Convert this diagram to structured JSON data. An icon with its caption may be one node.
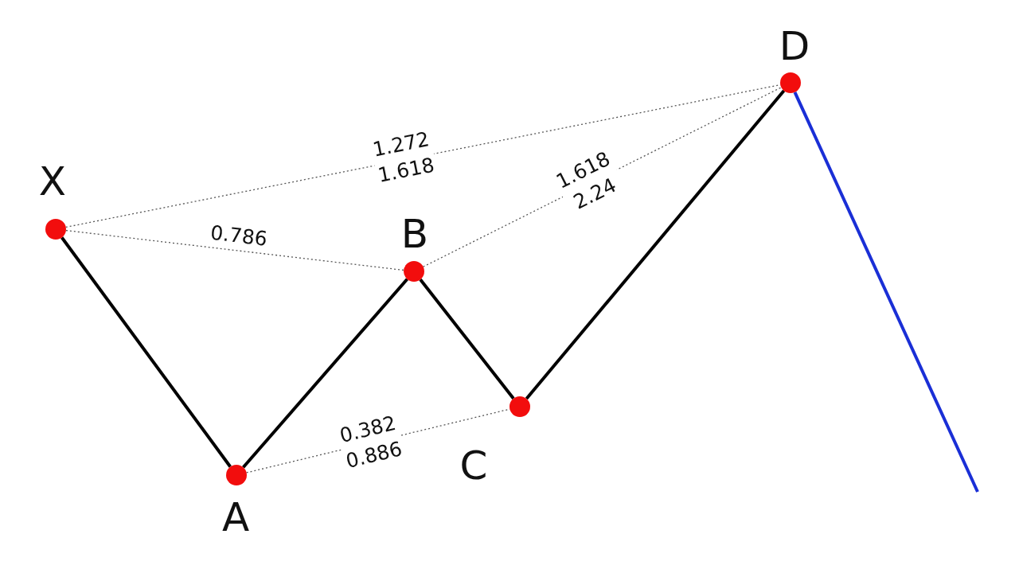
{
  "diagram": {
    "nodes": [
      {
        "text": [],
        "shape": "circle",
        "beside": [
          "X"
        ]
      },
      {
        "text": [],
        "shape": "circle",
        "beside": [
          "A"
        ]
      },
      {
        "text": [],
        "shape": "circle",
        "beside": [
          "B"
        ]
      },
      {
        "text": [],
        "shape": "circle",
        "beside": [
          "C"
        ]
      },
      {
        "text": [],
        "shape": "circle",
        "beside": [
          "D"
        ]
      }
    ],
    "edges": [
      {
        "from": 0,
        "to": 1,
        "arrow": "none"
      },
      {
        "from": 1,
        "to": 2,
        "arrow": "none"
      },
      {
        "from": 2,
        "to": 3,
        "arrow": "none"
      },
      {
        "from": 3,
        "to": 4,
        "arrow": "none"
      },
      {
        "from": 4,
        "to": null,
        "arrow": "none",
        "color": "#1a2fd6"
      },
      {
        "from": 0,
        "to": 4,
        "arrow": "none",
        "style": "dashed",
        "label": "1.272 1.618"
      },
      {
        "from": 0,
        "to": 2,
        "arrow": "none",
        "style": "dashed",
        "label": "0.786"
      },
      {
        "from": 2,
        "to": 4,
        "arrow": "none",
        "style": "dashed",
        "label": "1.618 2.24"
      },
      {
        "from": 1,
        "to": 3,
        "arrow": "none",
        "style": "dashed",
        "label": "0.382 0.886"
      }
    ]
  }
}
